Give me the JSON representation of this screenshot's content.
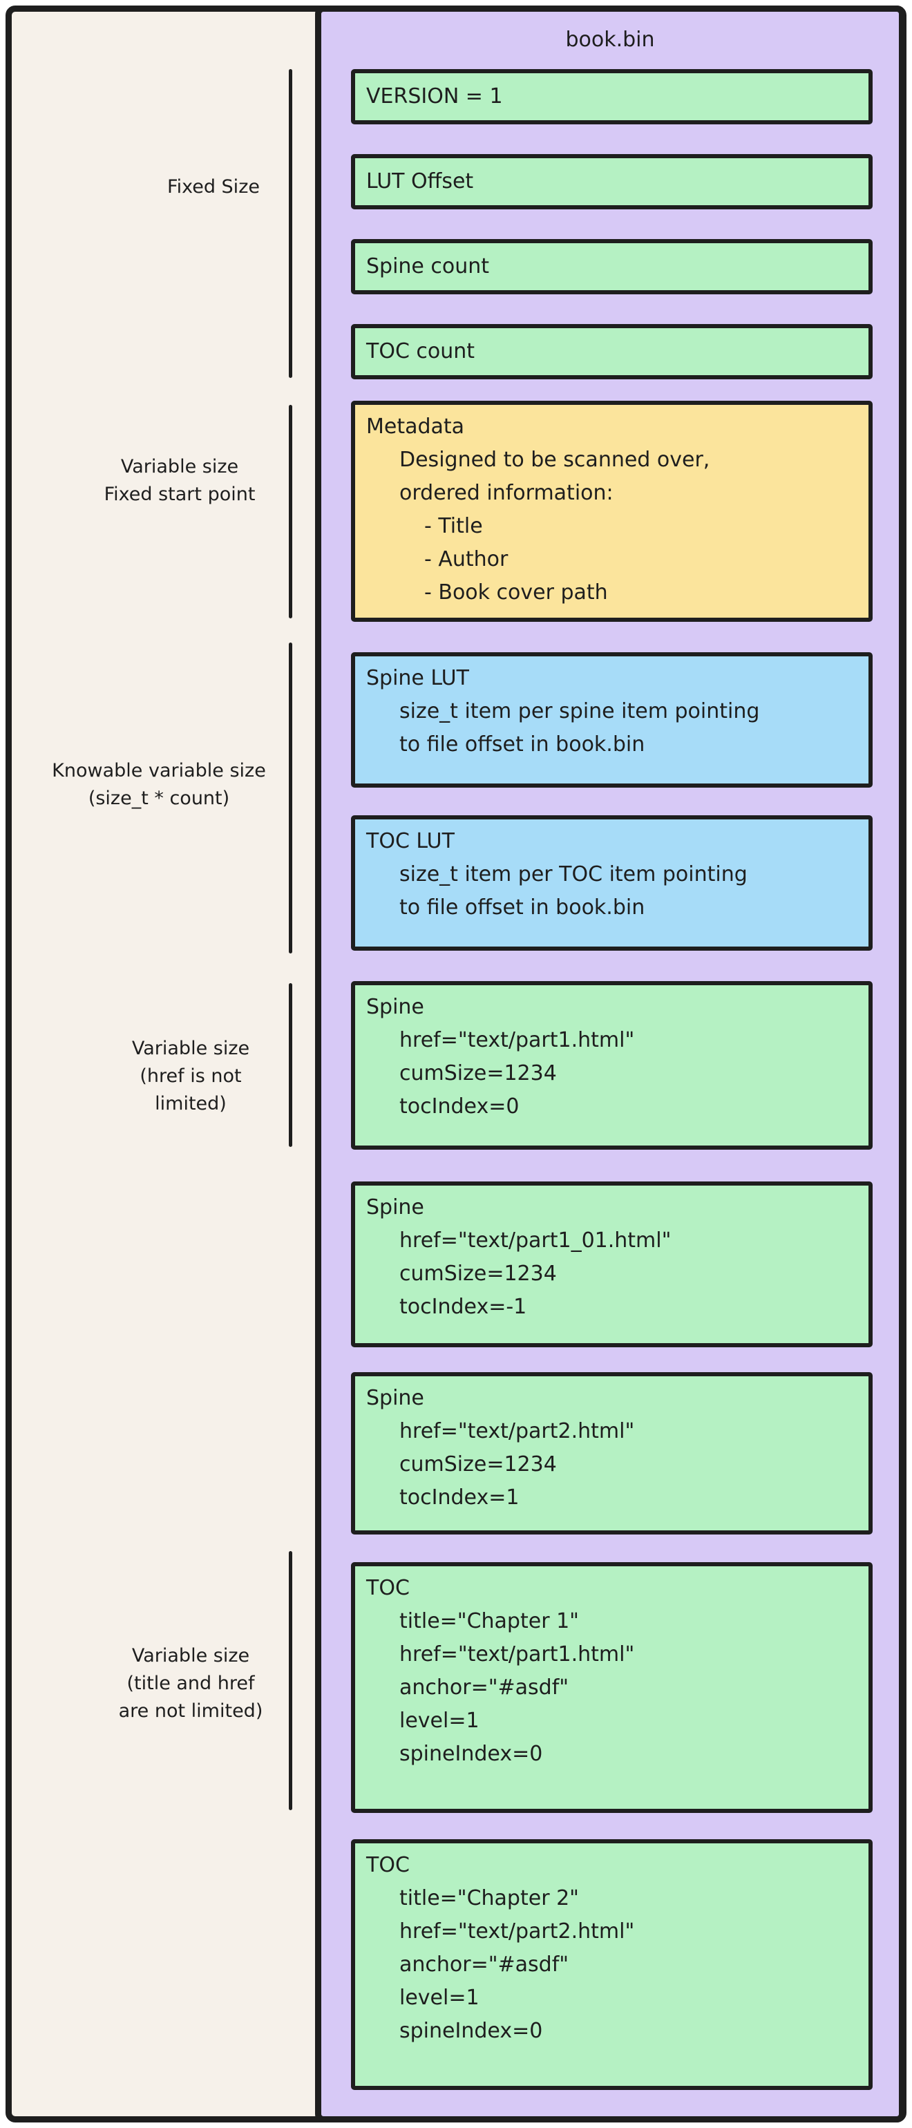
{
  "palette": {
    "cream": "#f6f1ea",
    "purple": "#d7c9f6",
    "green": "#b5f1c3",
    "yellow": "#fbe49c",
    "blue": "#a7dcf8",
    "stroke": "#1e1e1e",
    "page-bg": "#ffffff"
  },
  "title": "book.bin",
  "section_labels": [
    {
      "lines": [
        "Fixed Size"
      ]
    },
    {
      "lines": [
        "Variable size",
        "Fixed start point"
      ]
    },
    {
      "lines": [
        "Knowable variable size",
        "(size_t * count)"
      ]
    },
    {
      "lines": [
        "Variable size",
        "(href is not",
        "limited)"
      ]
    },
    {
      "lines": [
        "Variable size",
        "(title and href",
        "are not limited)"
      ]
    }
  ],
  "boxes": [
    {
      "id": "version",
      "lines": [
        "VERSION = 1"
      ]
    },
    {
      "id": "lut-offset",
      "lines": [
        "LUT Offset"
      ]
    },
    {
      "id": "spine-count",
      "lines": [
        "Spine count"
      ]
    },
    {
      "id": "toc-count",
      "lines": [
        "TOC count"
      ]
    },
    {
      "id": "metadata",
      "lines": [
        "Metadata",
        "Designed to be scanned over,",
        "ordered information:",
        "- Title",
        "- Author",
        "- Book cover path"
      ]
    },
    {
      "id": "spine-lut",
      "lines": [
        "Spine LUT",
        "size_t item per spine item pointing",
        "to file offset in book.bin"
      ]
    },
    {
      "id": "toc-lut",
      "lines": [
        "TOC LUT",
        "size_t item per TOC item pointing",
        "to file offset in book.bin"
      ]
    },
    {
      "id": "spine-1",
      "lines": [
        "Spine",
        "href=\"text/part1.html\"",
        "cumSize=1234",
        "tocIndex=0"
      ]
    },
    {
      "id": "spine-2",
      "lines": [
        "Spine",
        "href=\"text/part1_01.html\"",
        "cumSize=1234",
        "tocIndex=-1"
      ]
    },
    {
      "id": "spine-3",
      "lines": [
        "Spine",
        "href=\"text/part2.html\"",
        "cumSize=1234",
        "tocIndex=1"
      ]
    },
    {
      "id": "toc-1",
      "lines": [
        "TOC",
        "title=\"Chapter 1\"",
        "href=\"text/part1.html\"",
        "anchor=\"#asdf\"",
        "level=1",
        "spineIndex=0"
      ]
    },
    {
      "id": "toc-2",
      "lines": [
        "TOC",
        "title=\"Chapter 2\"",
        "href=\"text/part2.html\"",
        "anchor=\"#asdf\"",
        "level=1",
        "spineIndex=0"
      ]
    }
  ]
}
